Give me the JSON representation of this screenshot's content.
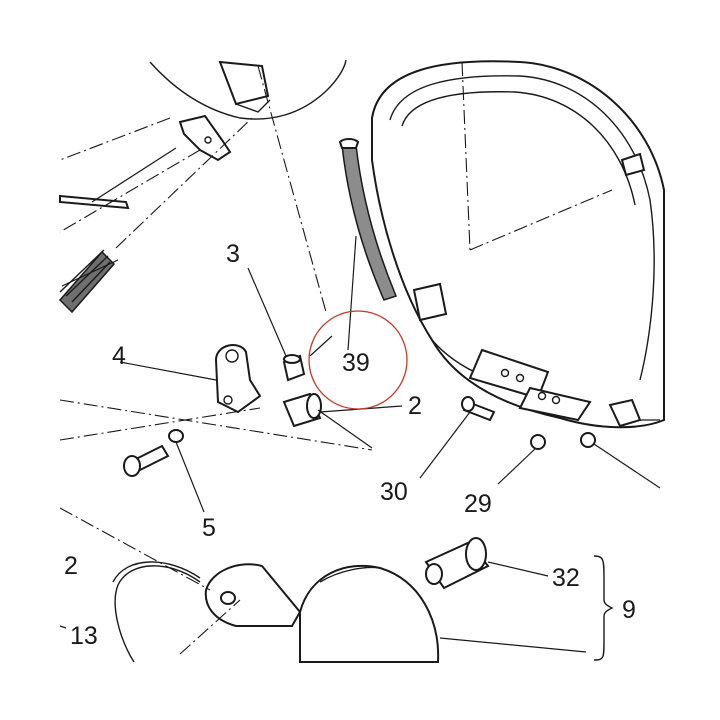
{
  "callouts": {
    "c39": "39",
    "c3": "3",
    "c4": "4",
    "c2a": "2",
    "c2b": "2",
    "c5": "5",
    "c30": "30",
    "c29": "29",
    "c32": "32",
    "c9": "9",
    "c13": "13"
  },
  "highlight_color": "#c0392b"
}
